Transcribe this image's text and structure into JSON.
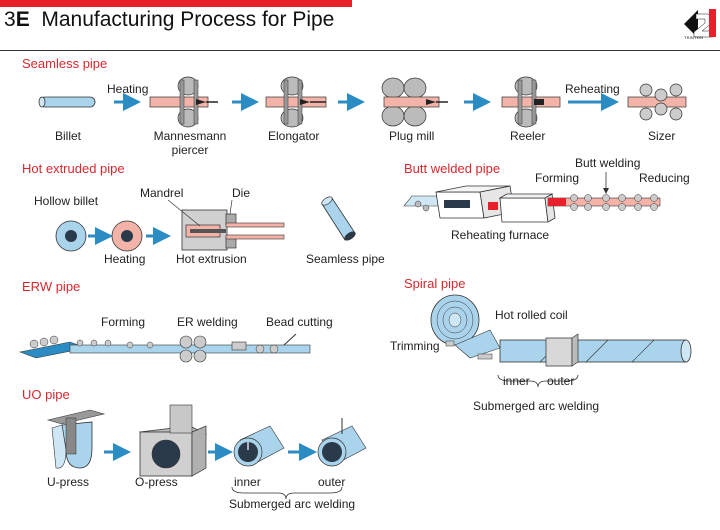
{
  "header": {
    "number": "3",
    "letter": "E",
    "title": "Manufacturing Process for Pipe",
    "logo_text": "TRINTON",
    "accent_color": "#e8202a"
  },
  "colors": {
    "pipe": "#a9d4ec",
    "hot": "#f4b3a8",
    "roll": "#bbbbbb",
    "arrow": "#2a8cc2",
    "section": "#d8282e"
  },
  "seamless": {
    "title": "Seamless pipe",
    "heating": "Heating",
    "reheating": "Reheating",
    "billet": "Billet",
    "mannesmann_1": "Mannesmann",
    "mannesmann_2": "piercer",
    "elongator": "Elongator",
    "plug_mill": "Plug mill",
    "reeler": "Reeler",
    "sizer": "Sizer"
  },
  "hot_extruded": {
    "title": "Hot extruded pipe",
    "hollow_billet": "Hollow billet",
    "mandrel": "Mandrel",
    "die": "Die",
    "heating": "Heating",
    "hot_extrusion": "Hot extrusion",
    "seamless_pipe": "Seamless pipe"
  },
  "butt_welded": {
    "title": "Butt welded pipe",
    "butt_welding": "Butt welding",
    "forming": "Forming",
    "reducing": "Reducing",
    "furnace": "Reheating furnace"
  },
  "erw": {
    "title": "ERW pipe",
    "forming": "Forming",
    "er_welding": "ER welding",
    "bead_cutting": "Bead cutting"
  },
  "spiral": {
    "title": "Spiral pipe",
    "hot_rolled_coil": "Hot rolled coil",
    "trimming": "Trimming",
    "inner": "inner",
    "outer": "outer",
    "saw": "Submerged arc welding"
  },
  "uo": {
    "title": "UO pipe",
    "u_press": "U-press",
    "o_press": "O-press",
    "inner": "inner",
    "outer": "outer",
    "saw": "Submerged arc welding"
  }
}
